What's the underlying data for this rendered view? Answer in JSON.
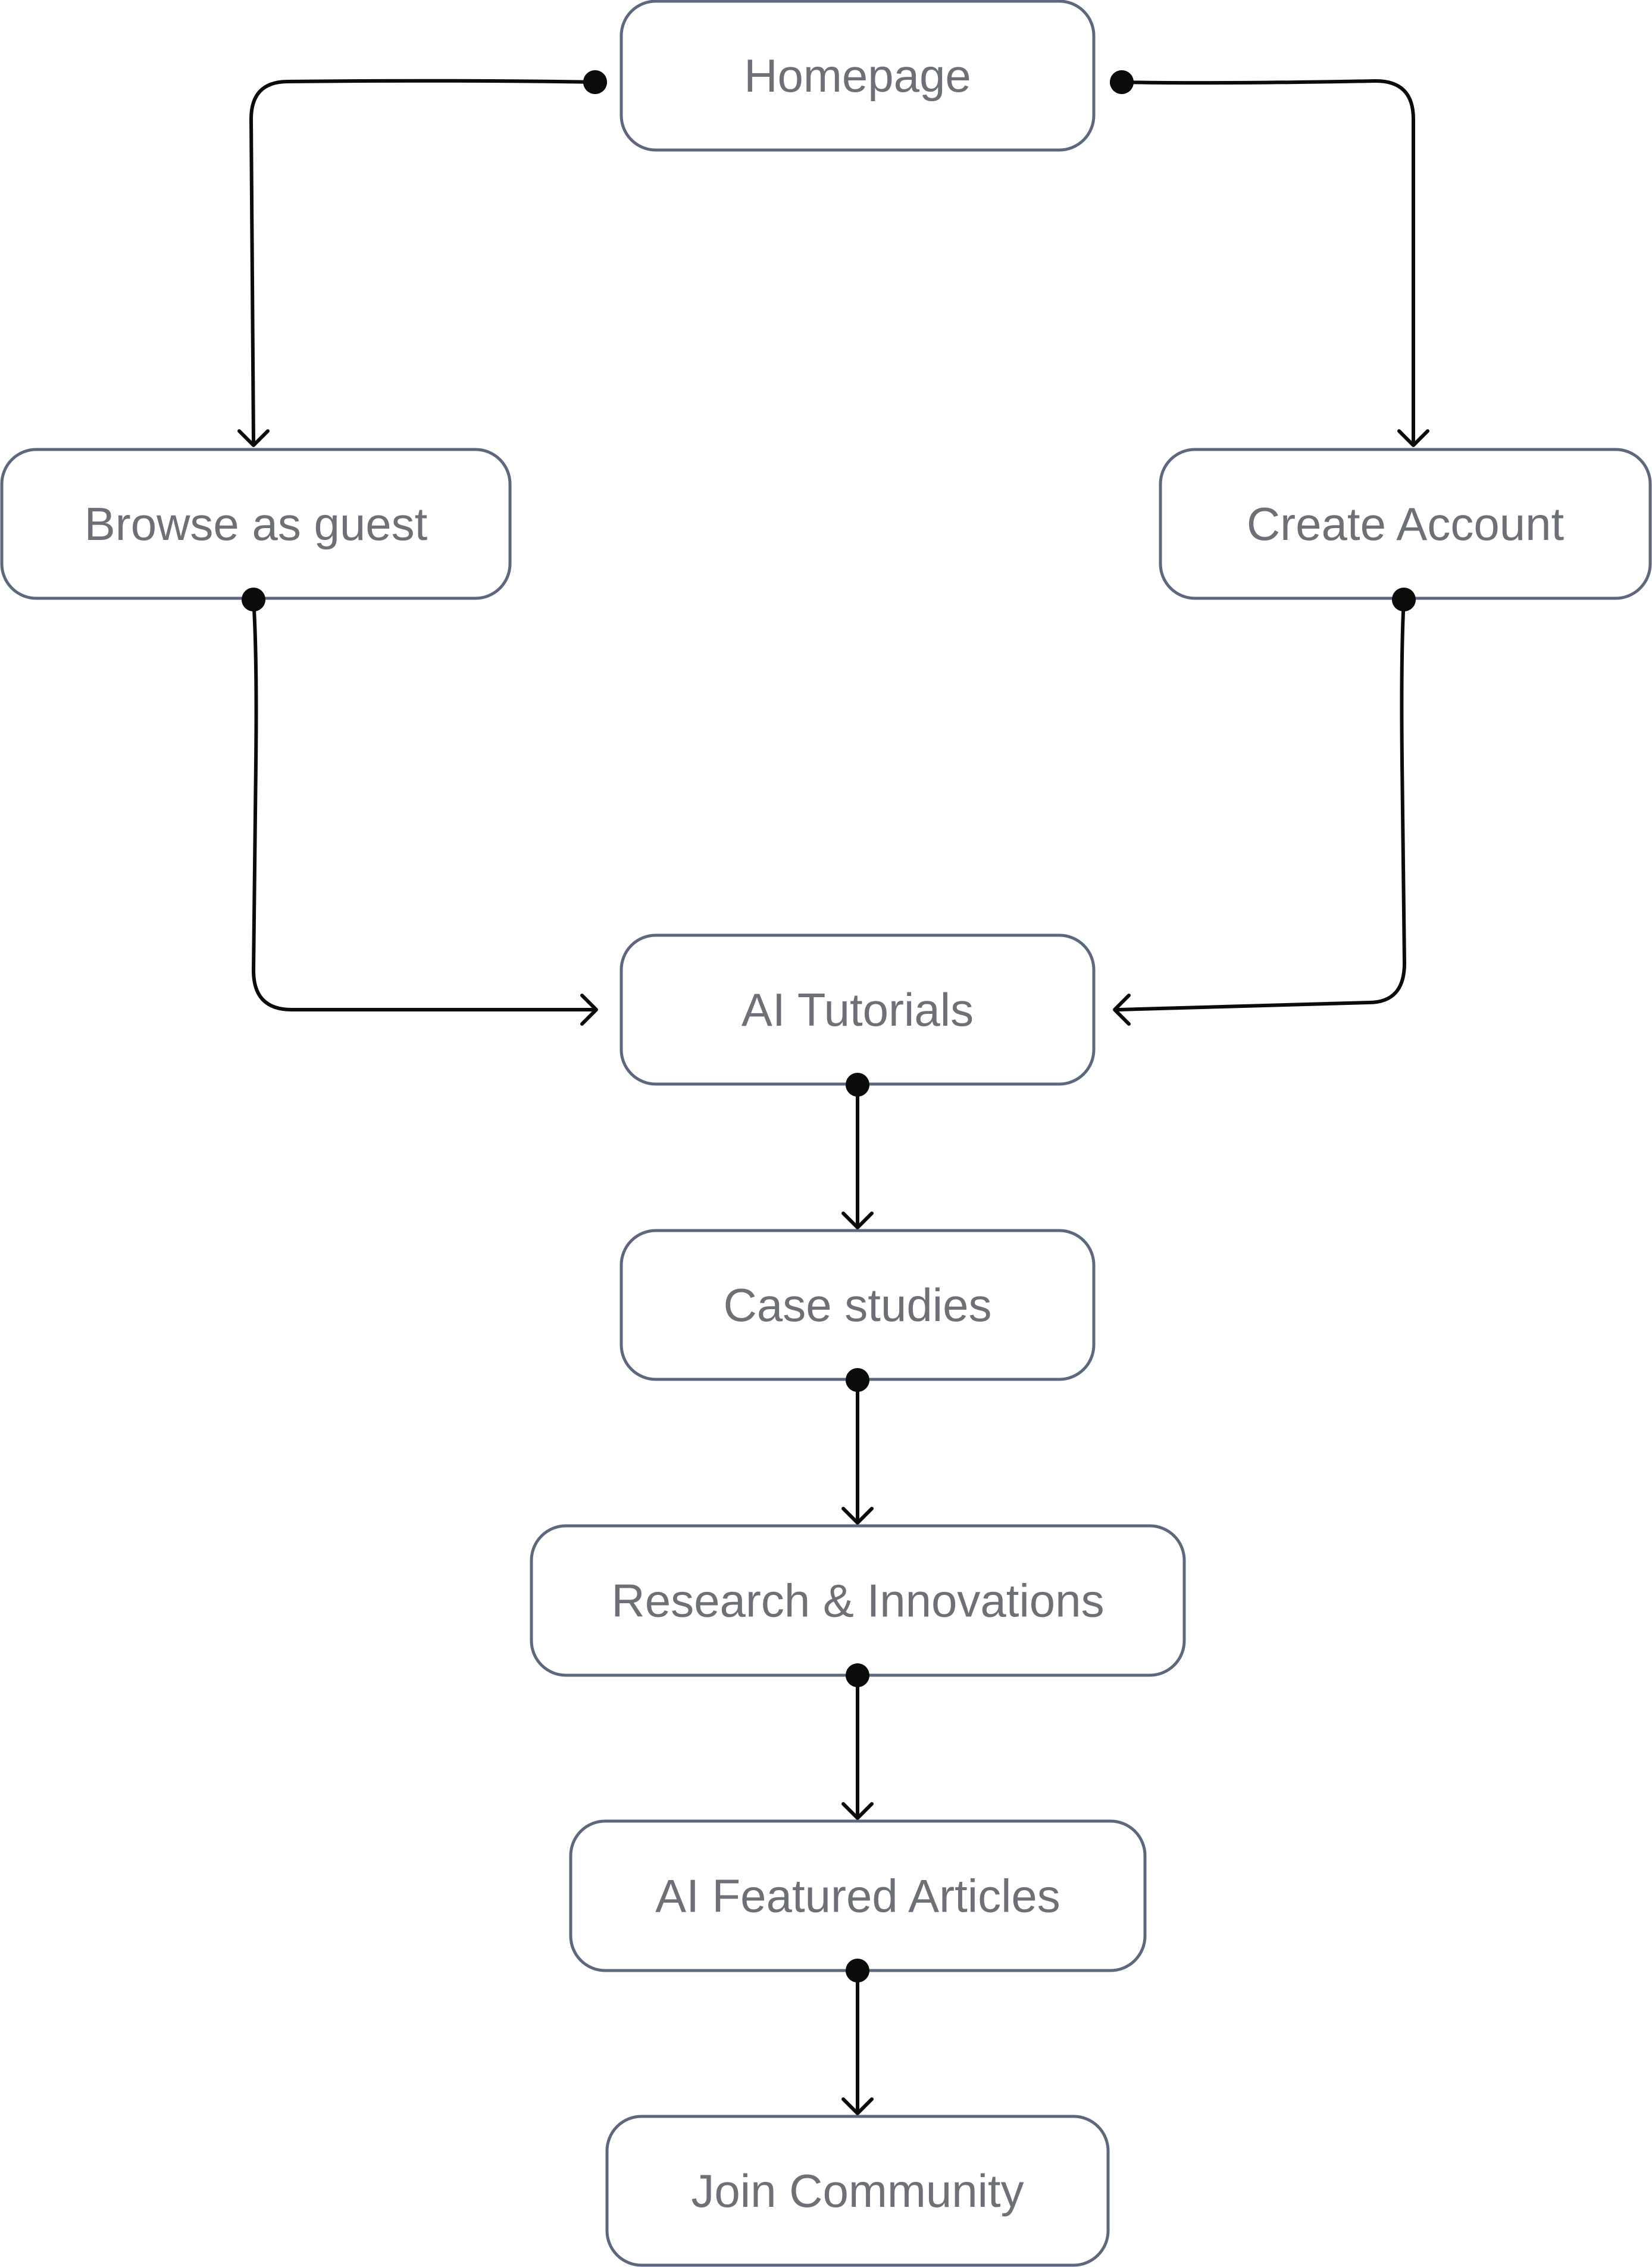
{
  "diagram": {
    "nodes": [
      {
        "id": "homepage",
        "label": "Homepage"
      },
      {
        "id": "browse-guest",
        "label": "Browse as guest"
      },
      {
        "id": "create-account",
        "label": "Create Account"
      },
      {
        "id": "ai-tutorials",
        "label": "AI Tutorials"
      },
      {
        "id": "case-studies",
        "label": "Case studies"
      },
      {
        "id": "research-innovations",
        "label": "Research & Innovations"
      },
      {
        "id": "ai-featured-articles",
        "label": "AI Featured Articles"
      },
      {
        "id": "join-community",
        "label": "Join Community"
      }
    ],
    "edges": [
      {
        "from": "homepage",
        "to": "browse-guest"
      },
      {
        "from": "homepage",
        "to": "create-account"
      },
      {
        "from": "browse-guest",
        "to": "ai-tutorials"
      },
      {
        "from": "create-account",
        "to": "ai-tutorials"
      },
      {
        "from": "ai-tutorials",
        "to": "case-studies"
      },
      {
        "from": "case-studies",
        "to": "research-innovations"
      },
      {
        "from": "research-innovations",
        "to": "ai-featured-articles"
      },
      {
        "from": "ai-featured-articles",
        "to": "join-community"
      }
    ],
    "colors": {
      "node_border": "#5e687c",
      "node_text": "#6e7077",
      "connector": "#0b0b0b"
    }
  }
}
